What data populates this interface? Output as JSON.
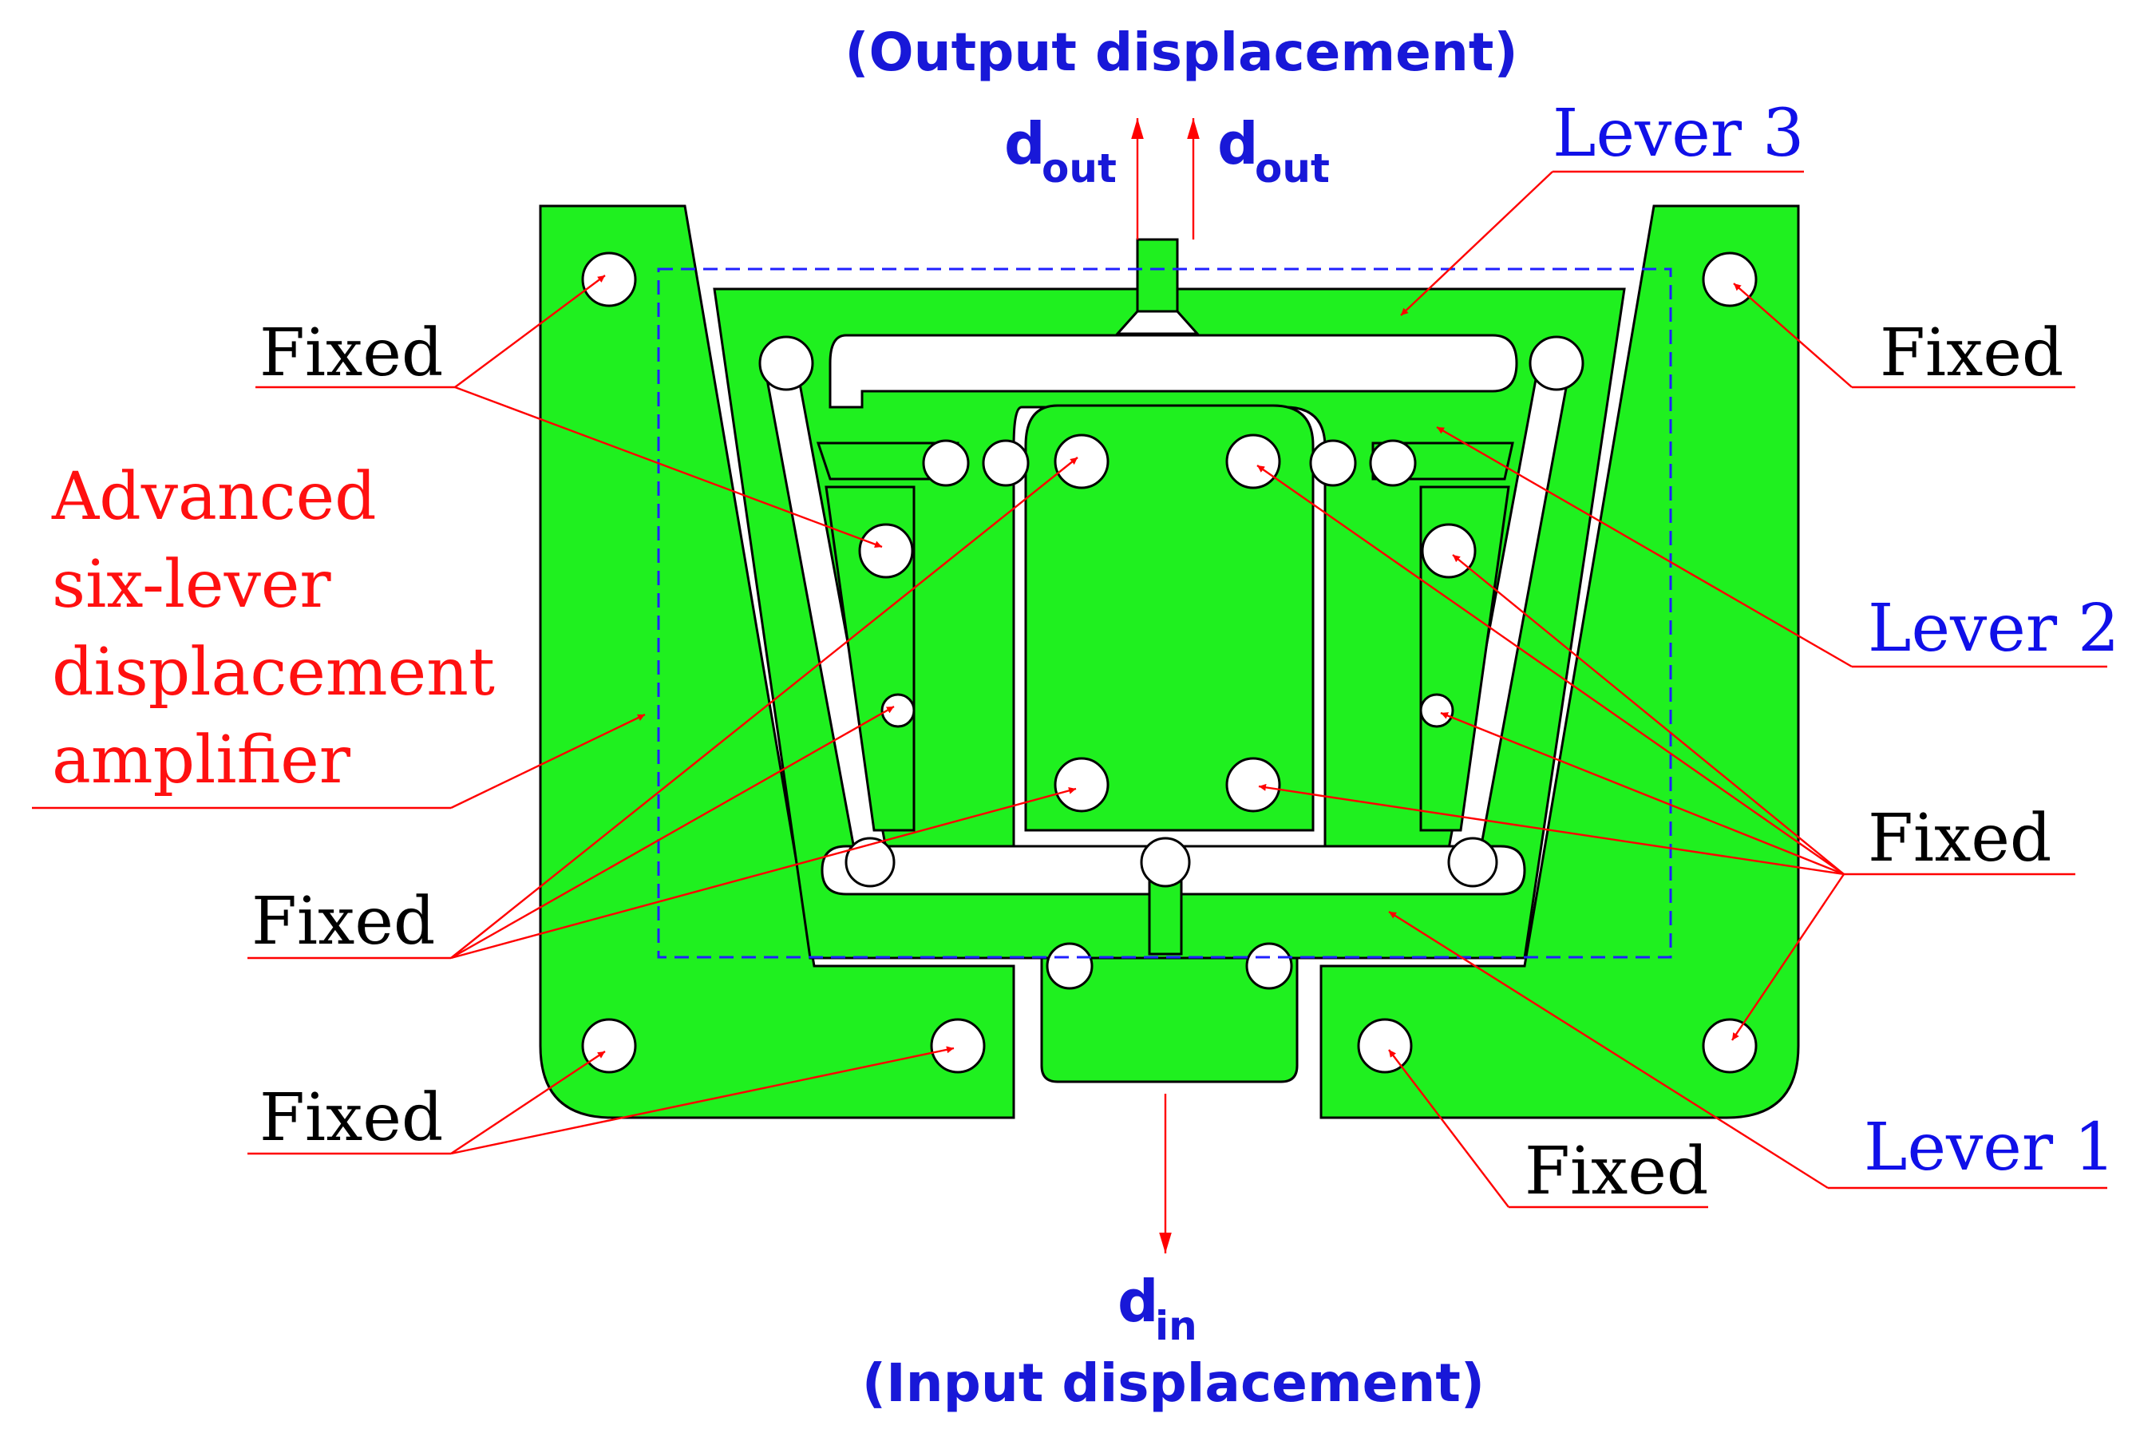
{
  "diagram": {
    "title_lines": [
      "Advanced",
      "six-lever",
      "displacement",
      "amplifier"
    ],
    "output_label": "(Output displacement)",
    "input_label": "(Input displacement)",
    "d_symbol": "d",
    "out_subscript": "out",
    "in_subscript": "in",
    "fixed_label": "Fixed",
    "lever1_label": "Lever 1",
    "lever2_label": "Lever 2",
    "lever3_label": "Lever 3"
  },
  "colors": {
    "body": "#1ff01f",
    "leader": "#ff0000",
    "lever_text": "#1010e8",
    "title_text": "#ff1010",
    "frame": "#2020ff"
  }
}
